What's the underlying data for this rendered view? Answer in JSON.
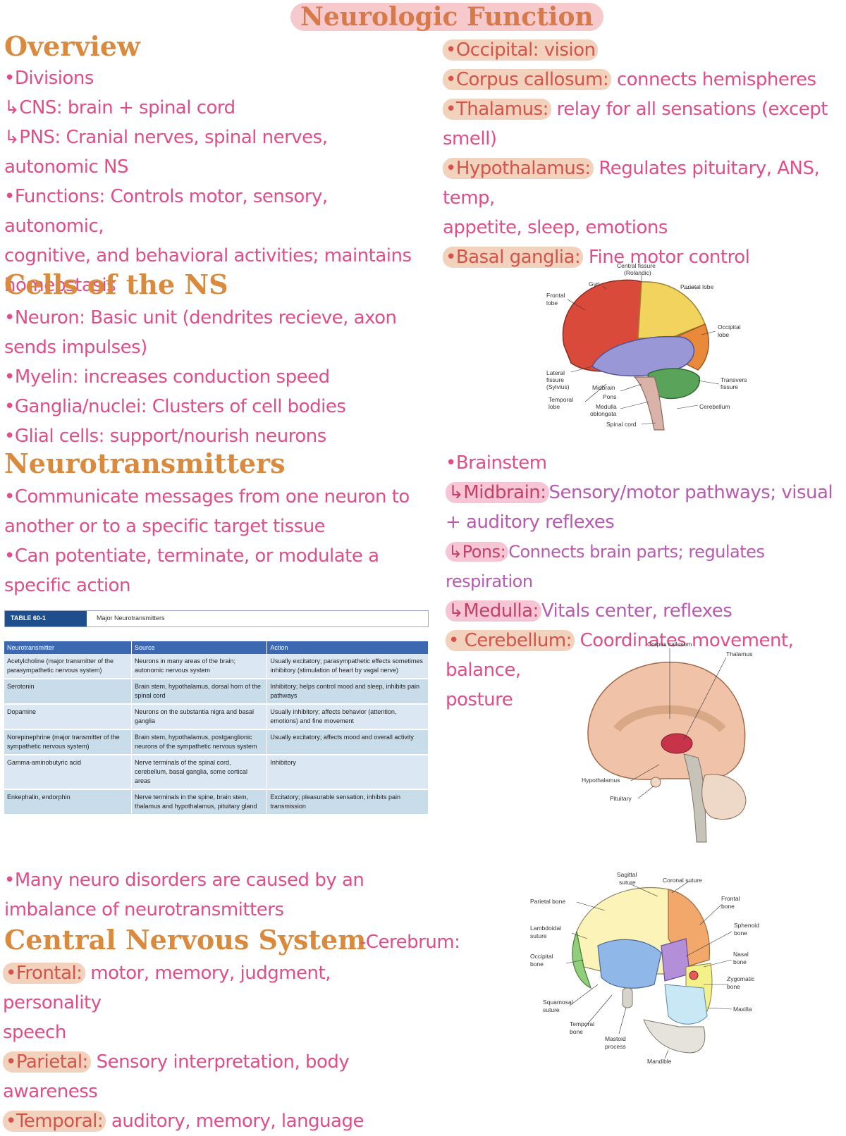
{
  "title": "Neurologic Function",
  "left": {
    "overview_heading": "Overview",
    "overview": [
      "•Divisions",
      "↳CNS: brain + spinal cord",
      "↳PNS: Cranial nerves, spinal nerves,",
      "autonomic NS",
      "•Functions: Controls motor, sensory, autonomic,",
      "cognitive, and behavioral activities; maintains",
      "homeostasis"
    ],
    "cells_heading": "Cells of the NS",
    "cells": [
      "•Neuron: Basic unit (dendrites recieve, axon",
      "sends impulses)",
      "•Myelin: increases conduction speed",
      "•Ganglia/nuclei: Clusters of cell bodies",
      "•Glial cells: support/nourish neurons"
    ],
    "nt_heading": "Neurotransmitters",
    "nt": [
      "•Communicate messages from one neuron to",
      "another or to a specific target tissue",
      "•Can potentiate, terminate, or modulate a",
      "specific action"
    ],
    "imbalance": [
      "•Many neuro disorders are caused by an",
      "imbalance of neurotransmitters"
    ],
    "cns_heading": "Central Nervous System",
    "cerebrum_label": "-Cerebrum:",
    "frontal_term": "•Frontal:",
    "frontal_def": "motor, memory, judgment, personality",
    "frontal_def2": "speech",
    "parietal_term": "•Parietal:",
    "parietal_def": "Sensory interpretation, body awareness",
    "temporal_term": "•Temporal:",
    "temporal_def": "auditory, memory, language"
  },
  "right": {
    "occipital": "•Occipital: vision",
    "cc_term": "•Corpus callosum:",
    "cc_def": "connects hemispheres",
    "thal_term": "•Thalamus:",
    "thal_def": "relay for all sensations (except",
    "thal_def2": "smell)",
    "hypo_term": "•Hypothalamus:",
    "hypo_def": "Regulates pituitary, ANS, temp,",
    "hypo_def2": "appetite, sleep, emotions",
    "bg_term": "•Basal ganglia:",
    "bg_def": "Fine motor control",
    "brainstem": "•Brainstem",
    "mid_term": "↳Midbrain:",
    "mid_def": "Sensory/motor pathways; visual",
    "mid_def2": "+ auditory reflexes",
    "pons_term": "↳Pons:",
    "pons_def": "Connects brain parts; regulates respiration",
    "med_term": "↳Medulla:",
    "med_def": "Vitals center, reflexes",
    "cb_term": "• Cerebellum:",
    "cb_def": "Coordinates movement, balance,",
    "cb_def2": "posture"
  },
  "table": {
    "tag": "TABLE 60-1",
    "name": "Major Neurotransmitters",
    "headers": [
      "Neurotransmitter",
      "Source",
      "Action"
    ],
    "rows": [
      [
        "Acetylcholine (major transmitter of the parasympathetic nervous system)",
        "Neurons in many areas of the brain; autonomic nervous system",
        "Usually excitatory; parasympathetic effects sometimes inhibitory (stimulation of heart by vagal nerve)"
      ],
      [
        "Serotonin",
        "Brain stem, hypothalamus, dorsal horn of the spinal cord",
        "Inhibitory; helps control mood and sleep, inhibits pain pathways"
      ],
      [
        "Dopamine",
        "Neurons on the substantia nigra and basal ganglia",
        "Usually inhibitory; affects behavior (attention, emotions) and fine movement"
      ],
      [
        "Norepinephrine (major transmitter of the sympathetic nervous system)",
        "Brain stem, hypothalamus, postganglionic neurons of the sympathetic nervous system",
        "Usually excitatory; affects mood and overall activity"
      ],
      [
        "Gamma-aminobutyric acid",
        "Nerve terminals of the spinal cord, cerebellum, basal ganglia, some cortical areas",
        "Inhibitory"
      ],
      [
        "Enkephalin, endorphin",
        "Nerve terminals in the spine, brain stem, thalamus and hypothalamus, pituitary gland",
        "Excitatory; pleasurable sensation, inhibits pain transmission"
      ]
    ]
  },
  "fig1": {
    "labels": {
      "central": "Central fissure",
      "rolandic": "(Rolandic)",
      "gyri": "Gyri",
      "frontal": "Frontal",
      "lobe": "lobe",
      "parietal": "Parietal lobe",
      "occipital": "Occipital",
      "lateral": "Lateral",
      "fissure": "fissure",
      "sylvius": "(Sylvius)",
      "temporal": "Temporal",
      "midbrain": "Midbrain",
      "pons": "Pons",
      "medulla": "Medulla",
      "oblongata": "oblongata",
      "spinal": "Spinal cord",
      "transverse": "Transverse",
      "cerebellum": "Cerebellum"
    }
  },
  "fig2": {
    "labels": {
      "cc": "Corpus callosum",
      "thalamus": "Thalamus",
      "hypothalamus": "Hypothalamus",
      "pituitary": "Pituitary"
    }
  },
  "fig3": {
    "labels": {
      "sagittal": "Sagittal",
      "suture": "suture",
      "coronal": "Coronal suture",
      "parietal": "Parietal bone",
      "frontal": "Frontal",
      "bone": "bone",
      "lambdoidal": "Lambdoidal",
      "sphenoid": "Sphenoid",
      "occipital": "Occipital",
      "nasal": "Nasal",
      "zygomatic": "Zygomatic",
      "squamosal": "Squamosal",
      "maxilla": "Maxilla",
      "temporal": "Temporal",
      "mastoid": "Mastoid",
      "process": "process",
      "mandible": "Mandible"
    }
  }
}
